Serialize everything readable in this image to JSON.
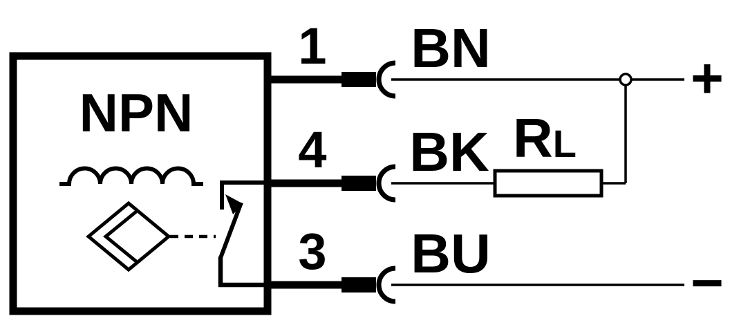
{
  "diagram": {
    "device_label": "NPN",
    "pins": [
      {
        "number": "1",
        "wire_color_code": "BN"
      },
      {
        "number": "4",
        "wire_color_code": "BK"
      },
      {
        "number": "3",
        "wire_color_code": "BU"
      }
    ],
    "load": {
      "symbol": "R",
      "subscript": "L"
    },
    "terminals": {
      "positive": "+",
      "negative": "−"
    },
    "icons": {
      "inductor": "inductor-coil-icon",
      "sensor": "diamond-proximity-sensor-icon",
      "switch": "normally-open-switch-icon",
      "pin_connector": "socket-arc-icon",
      "junction": "open-circle-node-icon"
    },
    "colors": {
      "line": "#000000",
      "background": "#ffffff"
    }
  }
}
